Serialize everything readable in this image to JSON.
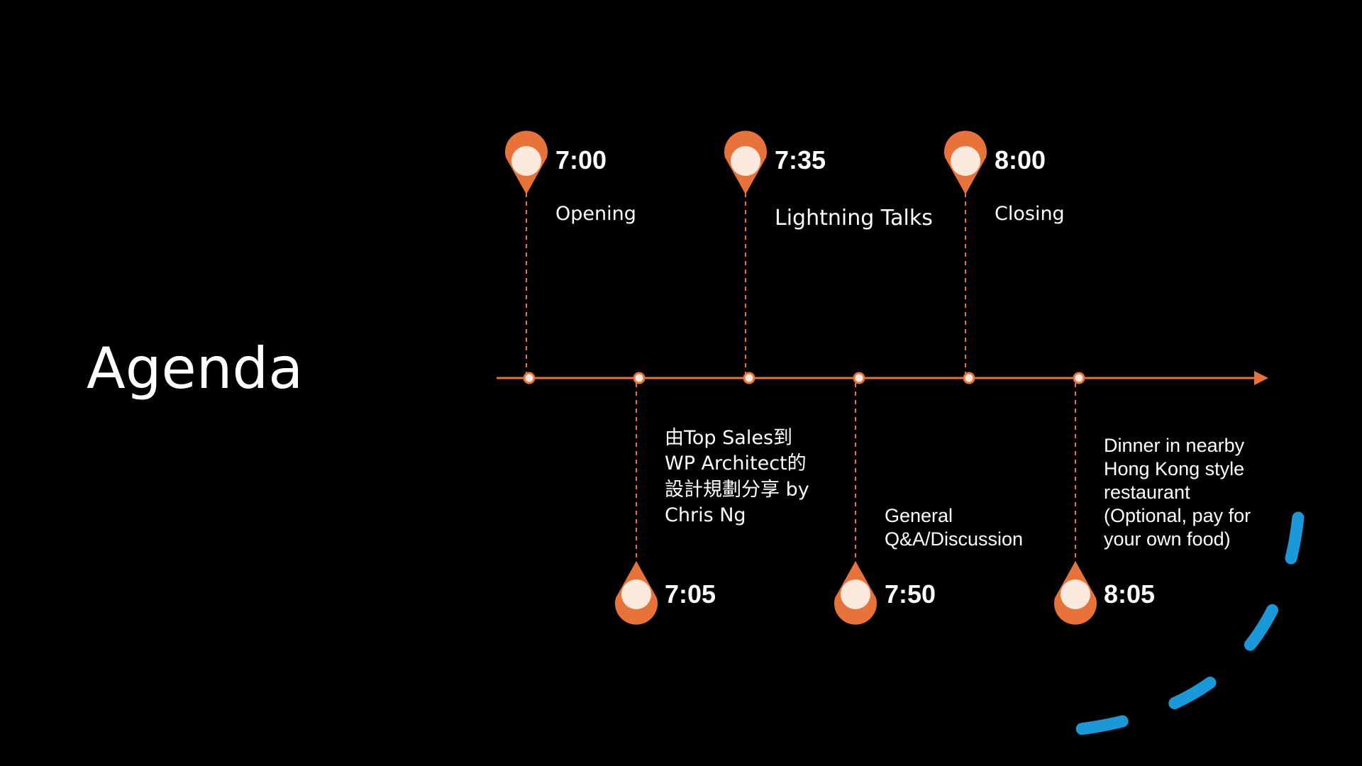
{
  "slide": {
    "title": "Agenda"
  },
  "colors": {
    "background": "#000000",
    "accent": "#E8733A",
    "pin_inner": "#FCE9DE",
    "text": "#FFFFFF",
    "decor_dash": "#1B98D8"
  },
  "events": [
    {
      "time": "7:00",
      "label": "Opening",
      "position": "top"
    },
    {
      "time": "7:05",
      "label": "由Top Sales到\nWP Architect的\n設計規劃分享 by\nChris Ng",
      "position": "bottom"
    },
    {
      "time": "7:35",
      "label": "Lightning Talks",
      "position": "top"
    },
    {
      "time": "7:50",
      "label": "General\nQ&A/Discussion",
      "position": "bottom"
    },
    {
      "time": "8:00",
      "label": "Closing",
      "position": "top"
    },
    {
      "time": "8:05",
      "label": "Dinner in nearby\nHong Kong style\nrestaurant\n(Optional, pay for\nyour own food)",
      "position": "bottom"
    }
  ]
}
